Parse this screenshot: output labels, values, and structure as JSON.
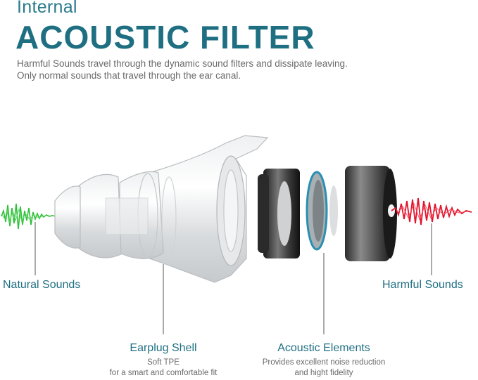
{
  "header": {
    "subtitle": "Internal",
    "title": "ACOUSTIC FILTER",
    "description_line1": "Harmful Sounds travel through the dynamic sound filters and dissipate leaving.",
    "description_line2": "Only normal sounds that travel through the ear canal."
  },
  "labels": {
    "natural": "Natural Sounds",
    "harmful": "Harmful Sounds",
    "shell_title": "Earplug Shell",
    "shell_note1": "Soft TPE",
    "shell_note2": "for a smart and comfortable fit",
    "acoustic_title": "Acoustic Elements",
    "acoustic_note1": "Provides excellent noise reduction",
    "acoustic_note2": "and hight fidelity"
  },
  "colors": {
    "accent": "#1f6f82",
    "natural_wave": "#2fbf3a",
    "harmful_wave": "#e0142c",
    "body_text": "#6a6a6a"
  }
}
